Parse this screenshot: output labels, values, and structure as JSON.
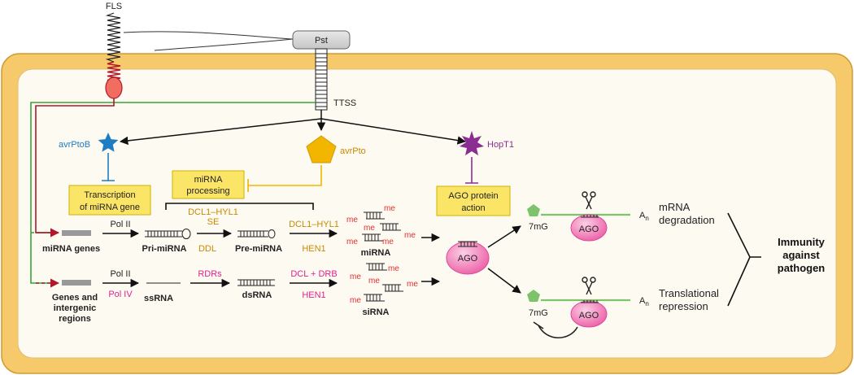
{
  "labels": {
    "fls": "FLS",
    "pst": "Pst",
    "ttss": "TTSS",
    "avrptob": "avrPtoB",
    "avrpto": "avrPto",
    "hopt1": "HopT1",
    "mirna_processing_line1": "miRNA",
    "mirna_processing_line2": "processing",
    "transcription_line1": "Transcription",
    "transcription_line2": "of miRNA gene",
    "ago_action_line1": "AGO protein",
    "ago_action_line2": "action",
    "mirna_genes": "miRNA genes",
    "genes_line1": "Genes and",
    "genes_line2": "intergenic",
    "genes_line3": "regions",
    "pol2_top": "Pol II",
    "pol2_bottom": "Pol II",
    "pol4": "Pol IV",
    "pri_mirna": "Pri-miRNA",
    "pre_mirna": "Pre-miRNA",
    "dcl1_hyl1_se_line1": "DCL1–HYL1",
    "dcl1_hyl1_se_line2": "SE",
    "ddl": "DDL",
    "dcl1_hyl1": "DCL1–HYL1",
    "hen1_top": "HEN1",
    "mirna": "miRNA",
    "ssrna": "ssRNA",
    "rdrs": "RDRs",
    "dsrna": "dsRNA",
    "dcl_drb": "DCL + DRB",
    "hen1_bottom": "HEN1",
    "sirna": "siRNA",
    "me": "me",
    "ago": "AGO",
    "ago_top": "AGO",
    "ago_bottom": "AGO",
    "cap_top": "7mG",
    "cap_bottom": "7mG",
    "polya_top": "A",
    "polya_bottom": "A",
    "polya_sub": "n",
    "mrna_degradation_line1": "mRNA",
    "mrna_degradation_line2": "degradation",
    "translational_line1": "Translational",
    "translational_line2": "repression",
    "immunity_line1": "Immunity",
    "immunity_line2": "against",
    "immunity_line3": "pathogen"
  },
  "colors": {
    "cell_wall": "#f6c96a",
    "cytoplasm": "#fdfaf2",
    "green_line": "#3aa33a",
    "red_line": "#b0182a",
    "avrptob_blue": "#1d7cc2",
    "avrpto_gold": "#f2b600",
    "hopt1_purple": "#8b2d91",
    "gold_text": "#c68a00",
    "magenta_text": "#e0218a",
    "me_red": "#e22f2f",
    "ago_pink": "#f07ab4",
    "mrna_green": "#7cc36a",
    "yellow_box": "#fbe566"
  }
}
